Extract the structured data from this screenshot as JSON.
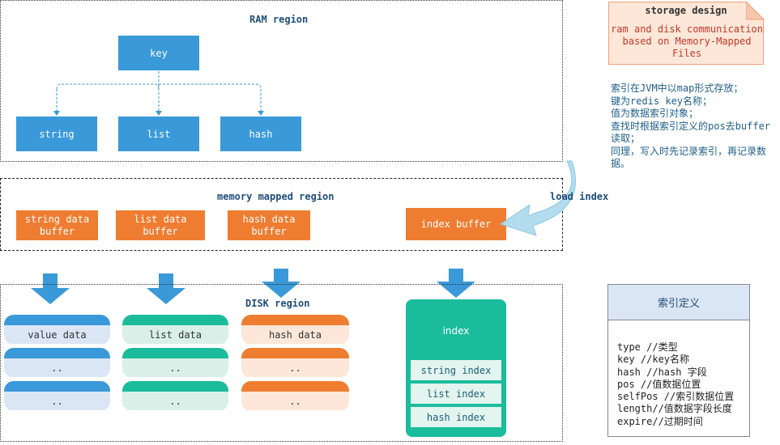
{
  "ram_region": {
    "title": "RAM region",
    "key_label": "key",
    "children": [
      "string",
      "list",
      "hash"
    ]
  },
  "mmap_region": {
    "title": "memory mapped region",
    "buffers": [
      "string data\nbuffer",
      "list data\nbuffer",
      "hash data\nbuffer"
    ],
    "index_buffer": "index buffer",
    "load_index_label": "load index"
  },
  "disk_region": {
    "title": "DISK region",
    "columns": [
      {
        "label": "value data",
        "more": [
          "..",
          ".."
        ],
        "color": "#3a99d9"
      },
      {
        "label": "list data",
        "more": [
          "..",
          ".."
        ],
        "color": "#1bbc9b"
      },
      {
        "label": "hash data",
        "more": [
          "..",
          ".."
        ],
        "color": "#ef7d31"
      }
    ],
    "index": {
      "title": "index",
      "items": [
        "string index",
        "list index",
        "hash index"
      ]
    }
  },
  "storage_design": {
    "title": "storage design",
    "text": "ram and disk communication based on Memory-Mapped Files"
  },
  "note_cn": "索引在JVM中以map形式存放；\n键为redis key名称；\n值为数据索引对象；\n查找时根据索引定义的pos去buffer读取；\n同理，写入时先记录索引，再记录数据。",
  "legend": {
    "title": "索引定义",
    "lines": [
      "type //类型",
      "key //key名称",
      "hash //hash 字段",
      "pos //值数据位置",
      "selfPos //索引数据位置",
      "length//值数据字段长度",
      "expire//过期时间"
    ]
  },
  "colors": {
    "blue": "#3a99d9",
    "orange": "#ef7d31",
    "green": "#1bbc9b",
    "title_blue": "#1f4e79"
  }
}
